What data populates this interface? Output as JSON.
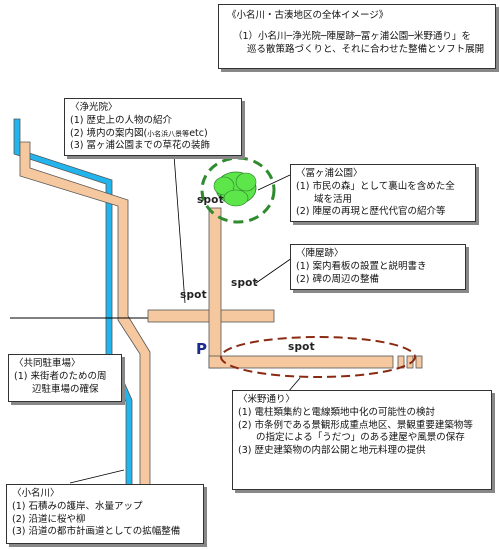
{
  "title_box": {
    "title": "《小名川・古湊地区の全体イメージ》",
    "line1": "（1）小名川─浄光院─陣屋跡─冨ヶ浦公園─米野通り」を",
    "line2": "巡る散策路づくりと、それに合わせた整備とソフト展開"
  },
  "jokoin": {
    "title": "〈浄光院〉",
    "l1": "(1) 歴史上の人物の紹介",
    "l2a": "(2) 境内の案内図(",
    "l2b": "小名浜八景等",
    "l2c": "etc)",
    "l3": "(3) 冨ヶ浦公園までの草花の装飾"
  },
  "tomigaura": {
    "title": "〈冨ヶ浦公園〉",
    "l1": "(1) 市民の森」として裏山を含めた全",
    "l1b": "域を活用",
    "l2": "(2) 陣屋の再現と歴代代官の紹介等"
  },
  "jinya": {
    "title": "〈陣屋跡〉",
    "l1": "(1) 案内看板の設置と説明書き",
    "l2": "(2) 碑の周辺の整備"
  },
  "parking": {
    "title": "〈共同駐車場〉",
    "l1": "(1) 来街者のための周",
    "l1b": "辺駐車場の確保"
  },
  "yoneno": {
    "title": "〈米野通り〉",
    "l1": "(1) 電柱類集約と電線類地中化の可能性の検討",
    "l2": "(2) 市条例である景観形成重点地区、景観重要建築物等",
    "l2b": "の指定による「うだつ」のある建屋や風景の保存",
    "l3": "(3) 歴史建築物の内部公開と地元料理の提供"
  },
  "onagawa": {
    "title": "〈小名川〉",
    "l1": "(1) 石積みの護岸、水量アップ",
    "l2": "(2) 沿道に桜や柳",
    "l3": "(3) 沿道の都市計画道としての拡幅整備"
  },
  "spots": {
    "s1": "spot",
    "s2": "spot",
    "s3": "spot",
    "s4": "spot"
  },
  "parking_mark": "P",
  "colors": {
    "road": "#f5c8a0",
    "road_edge": "#555555",
    "river": "#22b4ec",
    "tree": "#5ce64a",
    "dash_green": "#2e8b2e",
    "dash_red": "#8b2a12"
  }
}
